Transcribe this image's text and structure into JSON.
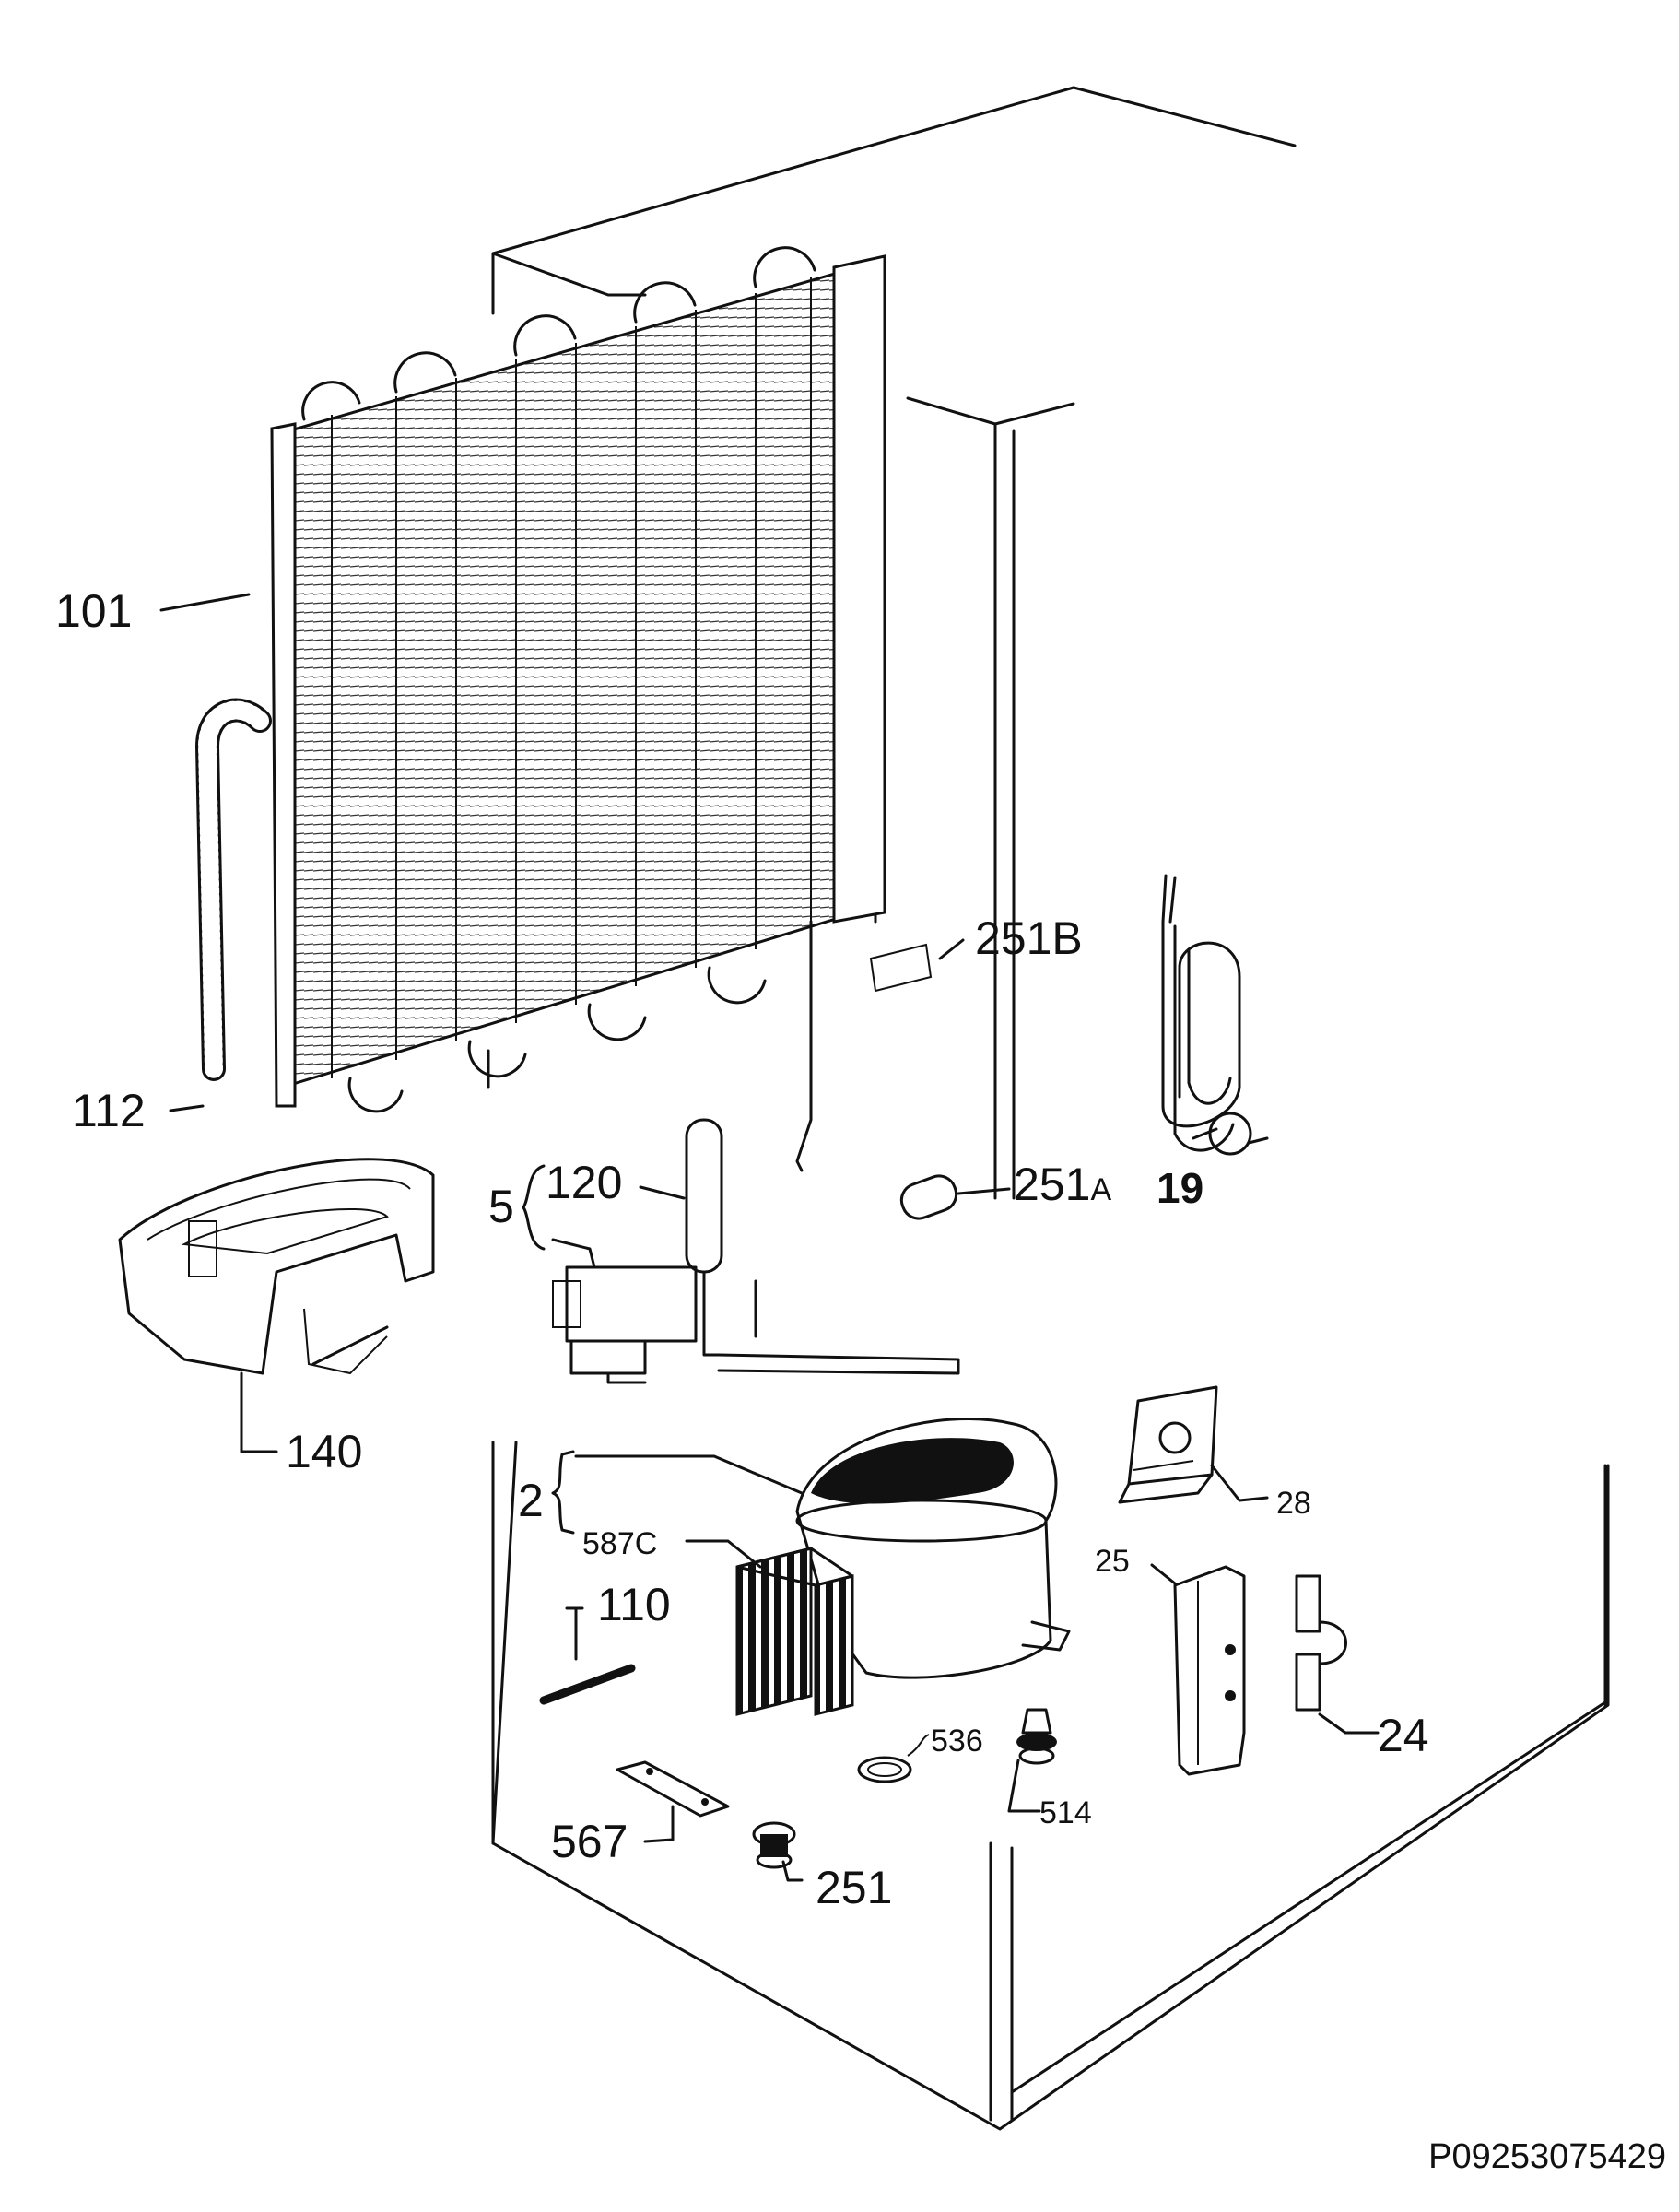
{
  "diagram_code": "P09253075429",
  "callouts": {
    "c101": "101",
    "c112": "112",
    "c140": "140",
    "c5": "5",
    "c120": "120",
    "c251B": "251B",
    "c251A_num": "251",
    "c251A_suffix": "A",
    "c19": "19",
    "c2": "2",
    "c587C": "587C",
    "c110": "110",
    "c28": "28",
    "c25": "25",
    "c24": "24",
    "c536": "536",
    "c514": "514",
    "c567": "567",
    "c251": "251"
  }
}
